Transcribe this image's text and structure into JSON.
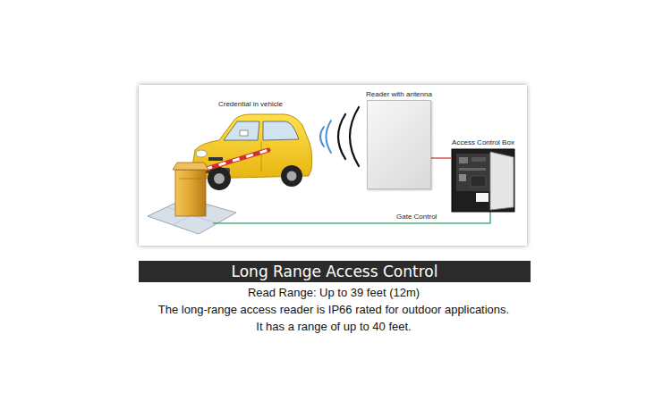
{
  "diagram": {
    "title": "Long Range Access Control",
    "nodes": [
      {
        "text": [
          "Credential in vehicle"
        ]
      },
      {
        "text": [
          "Reader with antenna"
        ]
      },
      {
        "text": [
          "Access Control Box"
        ]
      }
    ],
    "edges": [
      {
        "from": 1,
        "to": 2,
        "arrow": "none"
      }
    ],
    "labels": [
      "Gate Control",
      "Read Range: Up to 39 feet (12m)",
      "The long-range access reader is IP66 rated for outdoor applications.",
      "It has a range of up to 40 feet."
    ]
  }
}
